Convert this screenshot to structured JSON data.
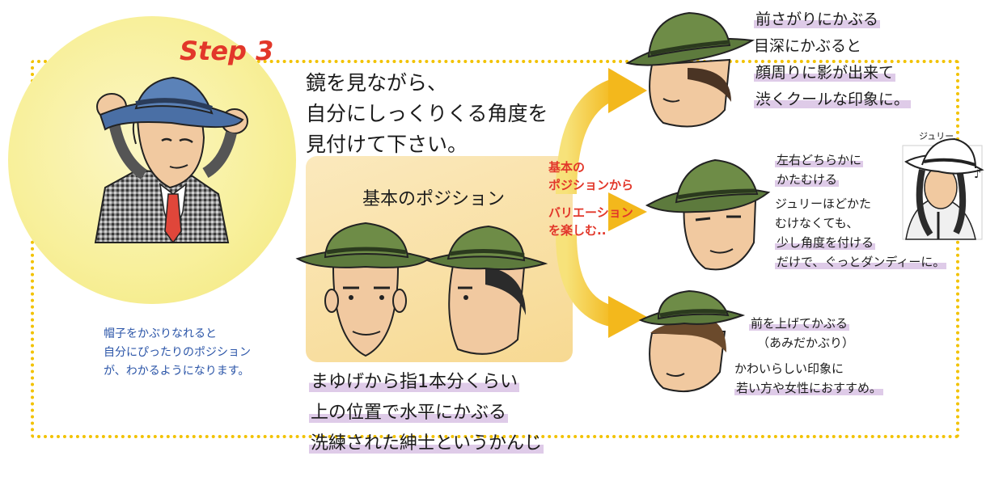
{
  "step_label": "Step 3",
  "intro_lines": [
    "鏡を見ながら、",
    "自分にしっくりくる角度を",
    "見付けて下さい。"
  ],
  "left_caption_lines": [
    "帽子をかぶりなれると",
    "自分にぴったりのポジション",
    "が、わかるようになります。"
  ],
  "basic_position": {
    "title": "基本のポジション",
    "description_lines": [
      "まゆげから指1本分くらい",
      "上の位置で水平にかぶる",
      "洗練された紳士というかんじ"
    ]
  },
  "variation_label_lines": [
    "基本の",
    "ポジションから",
    "バリエーション",
    "を楽しむ.."
  ],
  "variations": [
    {
      "title": "前さがりにかぶる",
      "detail_lines": [
        "目深にかぶると",
        "顔周りに影が出来て",
        "渋くクールな印象に。"
      ]
    },
    {
      "title_lines": [
        "左右どちらかに",
        "かたむける"
      ],
      "detail_lines": [
        "ジュリーほどかた",
        "むけなくても、",
        "少し角度を付ける",
        "だけで、ぐっとダンディーに。"
      ],
      "inset_label": "ジュリー"
    },
    {
      "title": "前を上げてかぶる",
      "subtitle": "（あみだかぶり）",
      "detail_lines": [
        "かわいらしい印象に",
        "若い方や女性におすすめ。"
      ]
    }
  ],
  "colors": {
    "frame_dots": "#f2c200",
    "step_red": "#e2372a",
    "caption_blue": "#2b55a8",
    "hat_green": "#5d7a3d",
    "hat_blue": "#4a6fa5",
    "highlight_purple": "#c4a0d6",
    "arrow_yellow": "#f3b81c"
  }
}
